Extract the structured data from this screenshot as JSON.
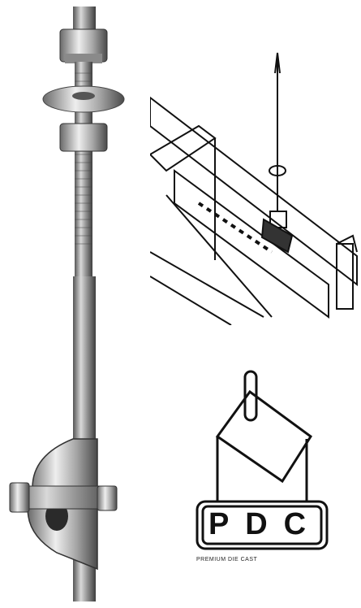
{
  "logo": {
    "letters": [
      "P",
      "D",
      "C"
    ],
    "caption": "PREMIUM DIE CAST"
  }
}
